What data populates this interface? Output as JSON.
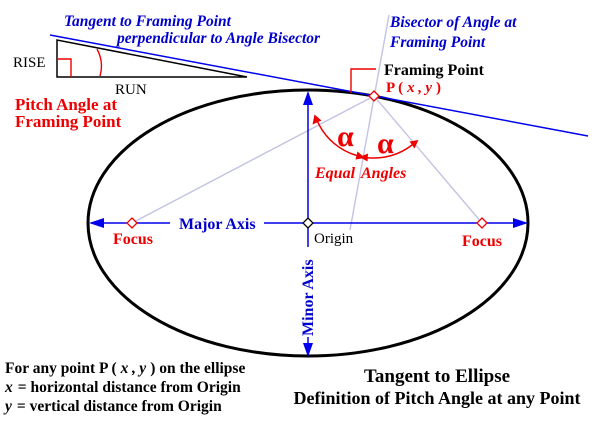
{
  "colors": {
    "blue_line": "#0000ee",
    "blue_text": "#0000cc",
    "pale_construction_line": "#c3c3e3",
    "red": "#ee0000",
    "black": "#000000",
    "background": "#ffffff"
  },
  "top_left": {
    "tangent_note_line1": "Tangent to Framing Point",
    "tangent_note_line2": "perpendicular to Angle Bisector",
    "rise": "RISE",
    "run": "RUN",
    "pitch_note_line1": "Pitch Angle at",
    "pitch_note_line2": "Framing Point"
  },
  "top_right": {
    "bisector_note_line1": "Bisector of Angle at",
    "bisector_note_line2": "Framing Point",
    "framing_point": "Framing Point",
    "point": {
      "prefix": "P (",
      "x": "x",
      "sep": ",",
      "y": "y",
      "suffix": ")"
    }
  },
  "angles": {
    "alpha_left": "α",
    "alpha_right": "α",
    "equal_word1": "Equal",
    "equal_word2": "Angles"
  },
  "axes": {
    "major_axis": "Major Axis",
    "minor_axis": "Minor Axis",
    "origin": "Origin",
    "focus_left": "Focus",
    "focus_right": "Focus"
  },
  "footer": {
    "line1_prefix": "For any point P (",
    "line1_x": "x",
    "line1_sep": ",",
    "line1_y": "y",
    "line1_suffix": ") on the ellipse",
    "line2_var": "x",
    "line2_text": "= horizontal distance from Origin",
    "line3_var": "y",
    "line3_text": "= vertical distance from Origin",
    "title_line1": "Tangent to Ellipse",
    "title_line2": "Definition of Pitch Angle at any Point"
  }
}
